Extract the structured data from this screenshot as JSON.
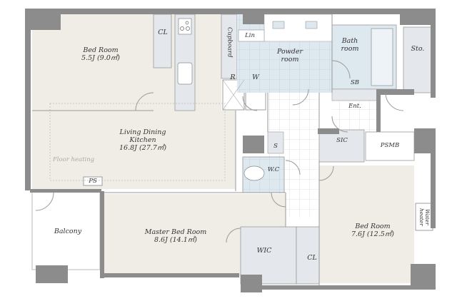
{
  "rooms": {
    "bed_room_1": {
      "name": "Bed Room",
      "size": "5.5J (9.0㎡)"
    },
    "closet_1": "CL",
    "cupboard": "Cupboard",
    "linen": "Lin",
    "powder_room": {
      "line1": "Powder",
      "line2": "room"
    },
    "bath_room": {
      "line1": "Bath",
      "line2": "room"
    },
    "storage": "Sto.",
    "refrigerator": "R",
    "washer": "W",
    "shoe_box": "SB",
    "entrance": "Ent.",
    "ldk": {
      "line1": "Living Dining",
      "line2": "Kitchen",
      "size": "16.8J (27.7㎡)"
    },
    "floor_heating": "Floor heating",
    "shelf": "S",
    "sic": "SIC",
    "psmb": "PSMB",
    "wc": "W.C",
    "ps": "PS",
    "balcony": "Balcony",
    "master_bed_room": {
      "name": "Master  Bed Room",
      "size": "8.6J (14.1㎡)"
    },
    "wic": "WIC",
    "closet_2": "CL",
    "bed_room_2": {
      "name": "Bed Room",
      "size": "7.6J (12.5㎡)"
    },
    "water_heater": "Water heater"
  },
  "colors": {
    "wall": "#8c8c8c",
    "floor": "#efede6",
    "wet": "#dde8ef",
    "storage": "#e4e8ec"
  }
}
